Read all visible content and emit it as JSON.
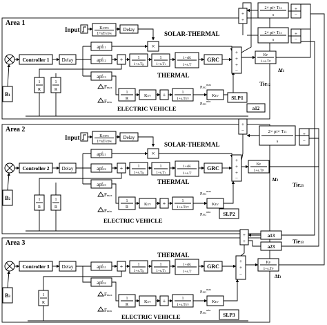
{
  "areas": [
    {
      "title": "Area 1",
      "input": "Input",
      "solar_block": {
        "num": "K",
        "num_sub": "STPS",
        "den": "1+sT",
        "den_sub": "STPS"
      },
      "delay": "Delay",
      "solar_label": "SOLAR-THERMAL",
      "controller": "Controller 1",
      "apf": [
        "apf",
        "apf",
        "apf"
      ],
      "apf_subs": [
        "11",
        "12",
        "13"
      ],
      "thermal_label": "THERMAL",
      "grc": "GRC",
      "ev_label": "ELECTRIC VEHICLE",
      "slp": "SLP1",
      "df": "Δf",
      "df_sub": "1",
      "bias": "B",
      "bias_sub": "1",
      "tie": "Tie",
      "tie_sub": "12",
      "a12": "a12",
      "fmax": "F",
      "fmax_sub": "max",
      "fmin": "F",
      "fmin_sub": "min",
      "pag": "P",
      "pag_sub": "AG",
      "max": "max",
      "min": "min"
    },
    {
      "title": "Area 2",
      "input": "Input",
      "delay": "Delay",
      "solar_label": "SOLAR-THERMAL",
      "controller": "Controller 2",
      "apf_subs": [
        "21",
        "22",
        "23"
      ],
      "thermal_label": "THERMAL",
      "grc": "GRC",
      "ev_label": "ELECTRIC VEHICLE",
      "slp": "SLP2",
      "df_sub": "2",
      "bias_sub": "2",
      "tie_sub": "23"
    },
    {
      "title": "Area 3",
      "delay": "Delay",
      "controller": "Controller 3",
      "apf_subs": [
        "31",
        "32"
      ],
      "thermal_label": "THERMAL",
      "grc": "GRC",
      "ev_label": "ELECTRIC VEHICLE",
      "slp": "SLP3",
      "df_sub": "3",
      "bias_sub": "3",
      "tie_sub": "13",
      "a13": "a13",
      "a23": "a23"
    }
  ],
  "blocks": {
    "one": "1",
    "r": "R",
    "kev": "K",
    "kev_sub": "EV",
    "tg": "1+s.T",
    "tg_sub": "g",
    "tt": "1+s.T",
    "tt_sub": "t",
    "tr_num": "1+sK",
    "tr_den": "1+s.T",
    "kp": "K",
    "kp_sub": "P",
    "tp": "1+s.T",
    "tp_sub": "P",
    "tie_block_num": "2× pi× T",
    "s": "s",
    "tev": "1+s.T",
    "tev_sub": "EV"
  },
  "tie_block_subs": [
    "12",
    "13",
    "23"
  ]
}
